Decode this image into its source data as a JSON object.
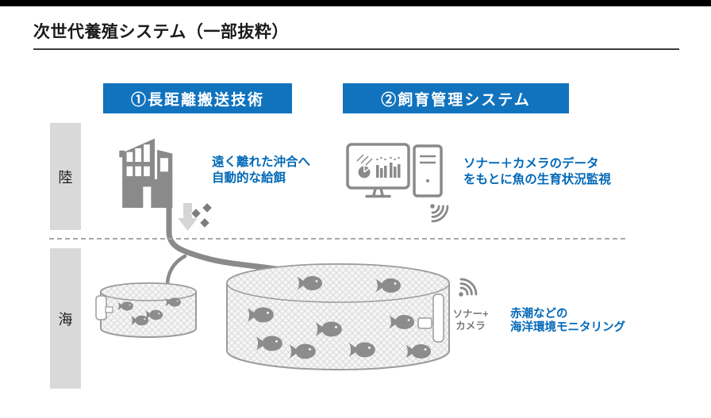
{
  "title": "次世代養殖システム（一部抜粋）",
  "zones": {
    "land": "陸",
    "sea": "海"
  },
  "headers": {
    "transport": "①長距離搬送技術",
    "management": "②飼育管理システム"
  },
  "notes": {
    "feeding": {
      "lines": [
        "遠く離れた沖合へ",
        "自動的な給餌"
      ]
    },
    "growth": {
      "lines": [
        "ソナー＋カメラのデータ",
        "をもとに魚の生育状況監視"
      ]
    },
    "environment": {
      "lines": [
        "赤潮などの",
        "海洋環境モニタリング"
      ]
    }
  },
  "labels": {
    "sonar_camera": {
      "lines": [
        "ソナー+",
        "カメラ"
      ]
    }
  },
  "colors": {
    "header_blue": "#1173BE",
    "note_blue": "#0068B7",
    "icon_gray": "#8A8A8A",
    "band_gray": "#D9D9D9",
    "top_bar_black": "#000000"
  },
  "icons": {
    "building": "factory-building-icon",
    "feed_arrow": "feed-drop-arrow-icon",
    "feed_pellets": "feed-pellets-icon",
    "feed_pipe": "feed-pipe",
    "monitor": "monitor-dashboard-icon",
    "pc_tower": "pc-tower-icon",
    "wireless": "wireless-signal-icon",
    "fish": "fish-icon",
    "small_pen": "small-fish-pen-icon",
    "large_pen": "large-fish-pen-icon",
    "sonar_device": "sonar-camera-device-icon"
  }
}
